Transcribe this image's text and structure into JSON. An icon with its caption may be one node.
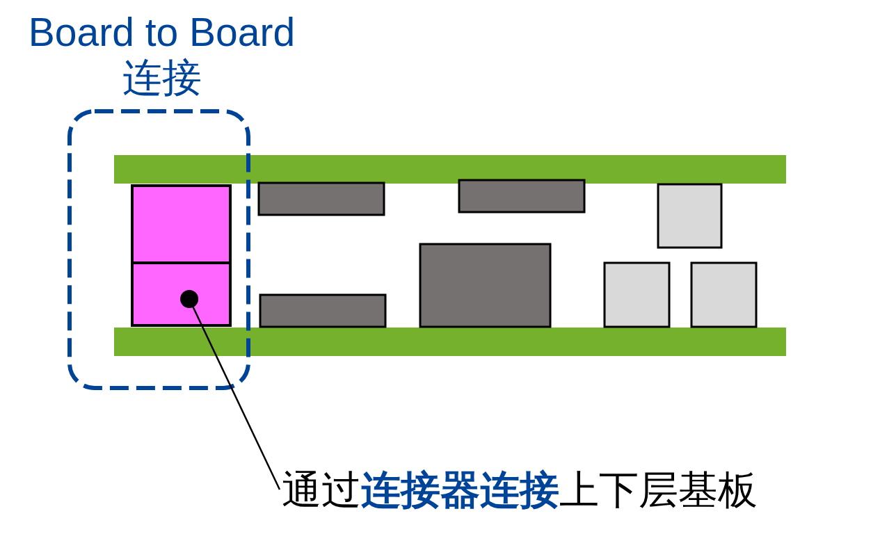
{
  "diagram": {
    "title": "Board to Board 连接",
    "nodes": [
      {
        "text": [],
        "shape": "box"
      },
      {
        "text": [
          "通过**连接器连接**上下层基板"
        ]
      }
    ],
    "edges": [
      {
        "from": 1,
        "to": 0,
        "arrow": "other"
      }
    ]
  }
}
